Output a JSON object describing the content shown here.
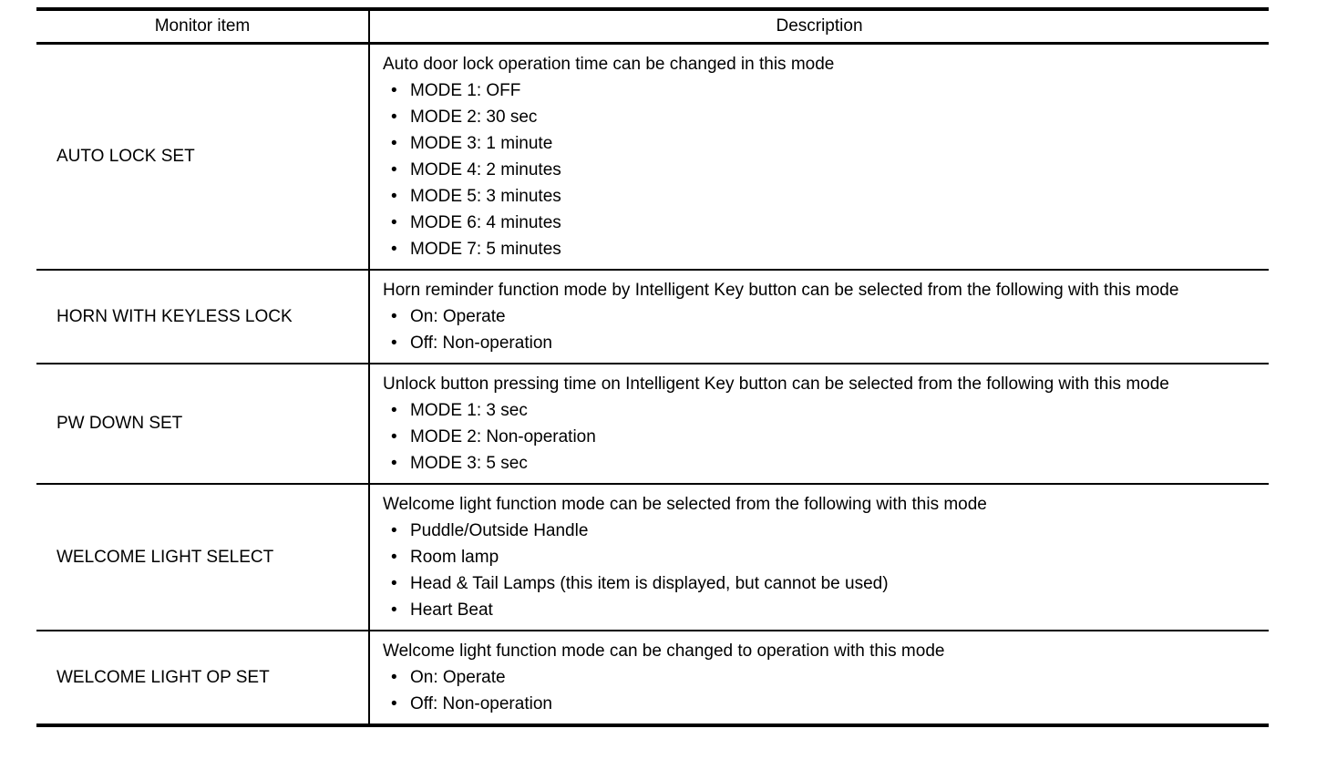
{
  "colors": {
    "background": "#ffffff",
    "text": "#000000",
    "border": "#000000"
  },
  "table": {
    "headers": {
      "monitor_item": "Monitor item",
      "description": "Description"
    },
    "rows": [
      {
        "item": "AUTO LOCK SET",
        "intro": "Auto door lock operation time can be changed in this mode",
        "bullets": [
          "MODE 1: OFF",
          "MODE 2: 30 sec",
          "MODE 3: 1 minute",
          "MODE 4: 2 minutes",
          "MODE 5: 3 minutes",
          "MODE 6: 4 minutes",
          "MODE 7: 5 minutes"
        ]
      },
      {
        "item": "HORN WITH KEYLESS LOCK",
        "intro": "Horn reminder function mode by Intelligent Key button can be selected from the following with this mode",
        "bullets": [
          "On: Operate",
          "Off: Non-operation"
        ]
      },
      {
        "item": "PW DOWN SET",
        "intro": "Unlock button pressing time on Intelligent Key button can be selected from the following with this mode",
        "bullets": [
          "MODE 1: 3 sec",
          "MODE 2: Non-operation",
          "MODE 3: 5 sec"
        ]
      },
      {
        "item": "WELCOME LIGHT SELECT",
        "intro": "Welcome light function mode can be selected from the following with this mode",
        "bullets": [
          "Puddle/Outside Handle",
          "Room lamp",
          "Head & Tail Lamps (this item is displayed, but cannot be used)",
          "Heart Beat"
        ]
      },
      {
        "item": "WELCOME LIGHT OP SET",
        "intro": "Welcome light function mode can be changed to operation with this mode",
        "bullets": [
          "On: Operate",
          "Off: Non-operation"
        ]
      }
    ]
  }
}
